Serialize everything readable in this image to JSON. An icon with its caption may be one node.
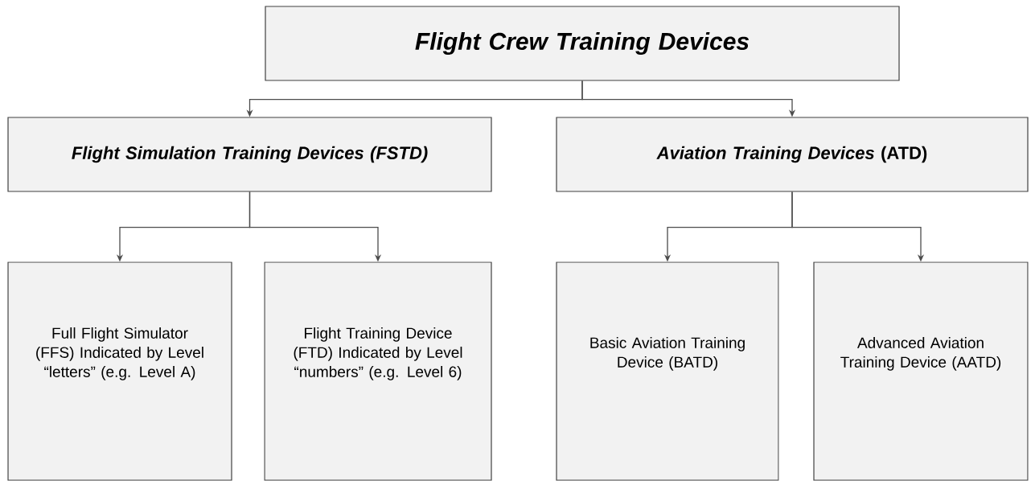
{
  "diagram": {
    "nodes": [
      {
        "text": [
          "Flight Crew Training Devices"
        ]
      },
      {
        "text": [
          "Flight Simulation Training Devices (FSTD)"
        ]
      },
      {
        "text": [
          "*Aviation Training Devices* (ATD)"
        ]
      },
      {
        "text": [
          "Full Flight Simulator (FFS) Indicated by Level “letters” (e.g. Level A)"
        ]
      },
      {
        "text": [
          "Flight Training Device (FTD) Indicated by Level “numbers” (e.g. Level 6)"
        ]
      },
      {
        "text": [
          "Basic Aviation Training Device (BATD)"
        ]
      },
      {
        "text": [
          "Advanced Aviation Training Device (AATD)"
        ]
      }
    ],
    "edges": [
      {
        "from": 0,
        "to": 1,
        "arrow": "to"
      },
      {
        "from": 0,
        "to": 2,
        "arrow": "to"
      },
      {
        "from": 1,
        "to": 3,
        "arrow": "to"
      },
      {
        "from": 1,
        "to": 4,
        "arrow": "to"
      },
      {
        "from": 2,
        "to": 5,
        "arrow": "to"
      },
      {
        "from": 2,
        "to": 6,
        "arrow": "to"
      }
    ]
  }
}
